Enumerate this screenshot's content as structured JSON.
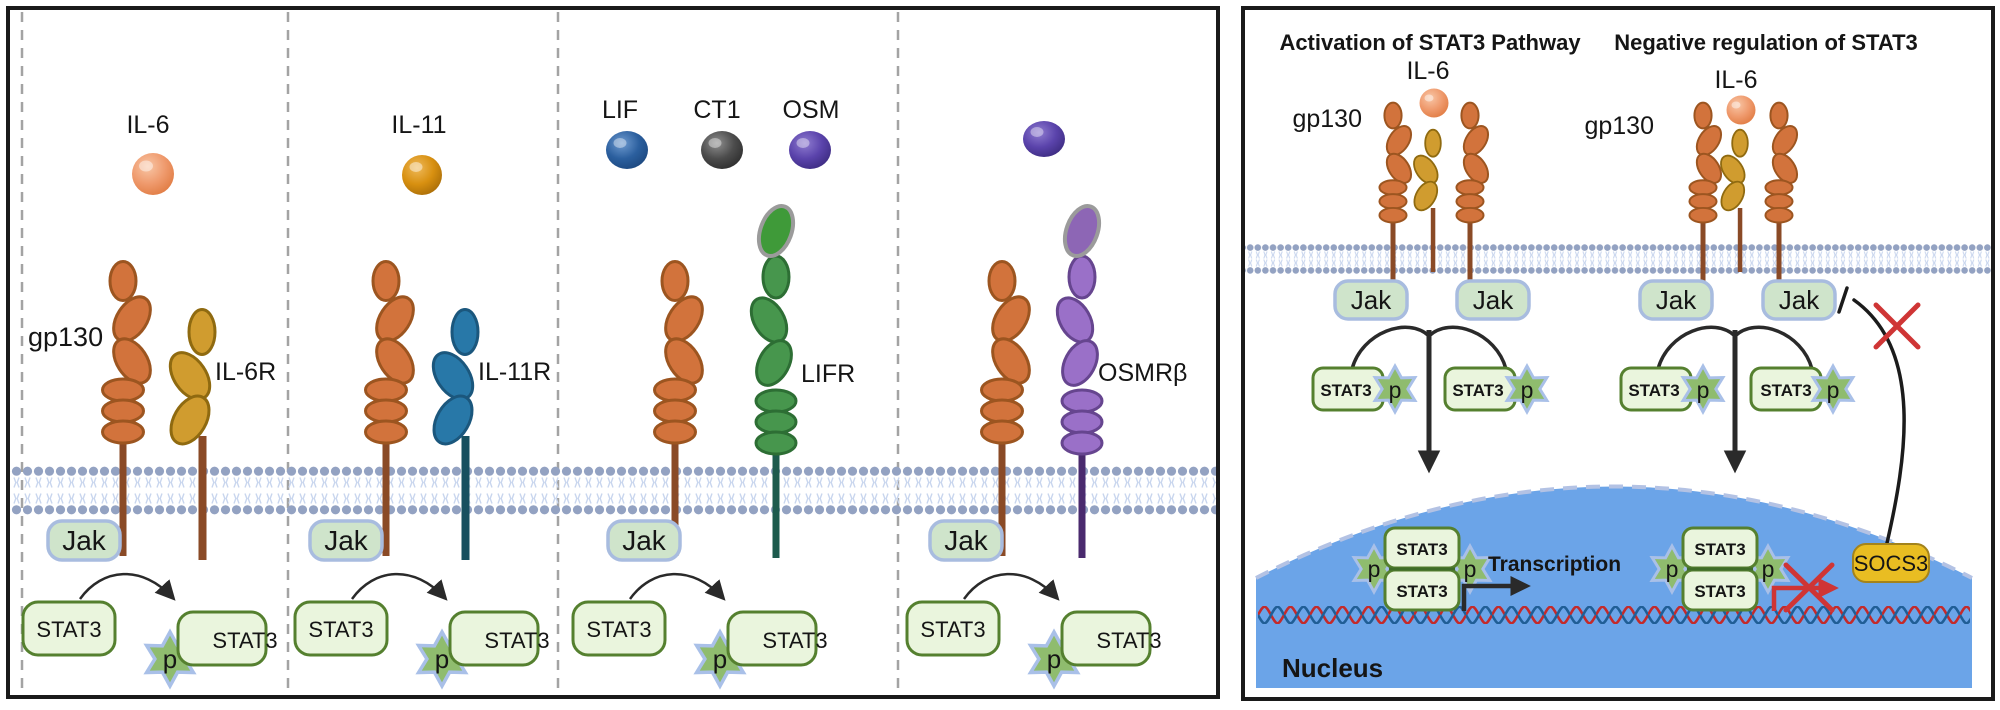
{
  "left_panel": {
    "gp130_label": "gp130",
    "jak_label": "Jak",
    "stat3_label": "STAT3",
    "phospho_label": "p",
    "subpanels": [
      {
        "ligands": [
          "IL-6"
        ],
        "receptor_label": "IL-6R"
      },
      {
        "ligands": [
          "IL-11"
        ],
        "receptor_label": "IL-11R"
      },
      {
        "ligands": [
          "LIF",
          "CT1",
          "OSM"
        ],
        "receptor_label": "LIFR"
      },
      {
        "ligands": [],
        "receptor_label": "OSMRβ"
      }
    ]
  },
  "right_panel": {
    "activation_title": "Activation of STAT3 Pathway",
    "negative_title": "Negative regulation of STAT3",
    "il6_label": "IL-6",
    "gp130_label": "gp130",
    "jak_label": "Jak",
    "stat3_label": "STAT3",
    "phospho_label": "p",
    "transcription_label": "Transcription",
    "socs3_label": "SOCS3",
    "nucleus_label": "Nucleus"
  },
  "colors": {
    "gp130": "#d2733c",
    "il6r": "#d09c2f",
    "il11r": "#2878a8",
    "lifr": "#47964d",
    "osmr": "#9a70c8",
    "il6_ball": "#ef9a6d",
    "il11_ball": "#d89010",
    "lif_ball": "#2b5f9e",
    "ct1_ball": "#4c4c4c",
    "osm_ball": "#5a43ab",
    "membrane": "#93a2c2",
    "nucleus": "#6ba4e8",
    "stat3box": "#eaf5dd",
    "jakbox": "#cfe4cb",
    "star": "#8fbc6e",
    "socs3": "#e9bd22",
    "dna_red": "#c42a2a",
    "dna_blue": "#205e96",
    "red": "#cf3535"
  }
}
